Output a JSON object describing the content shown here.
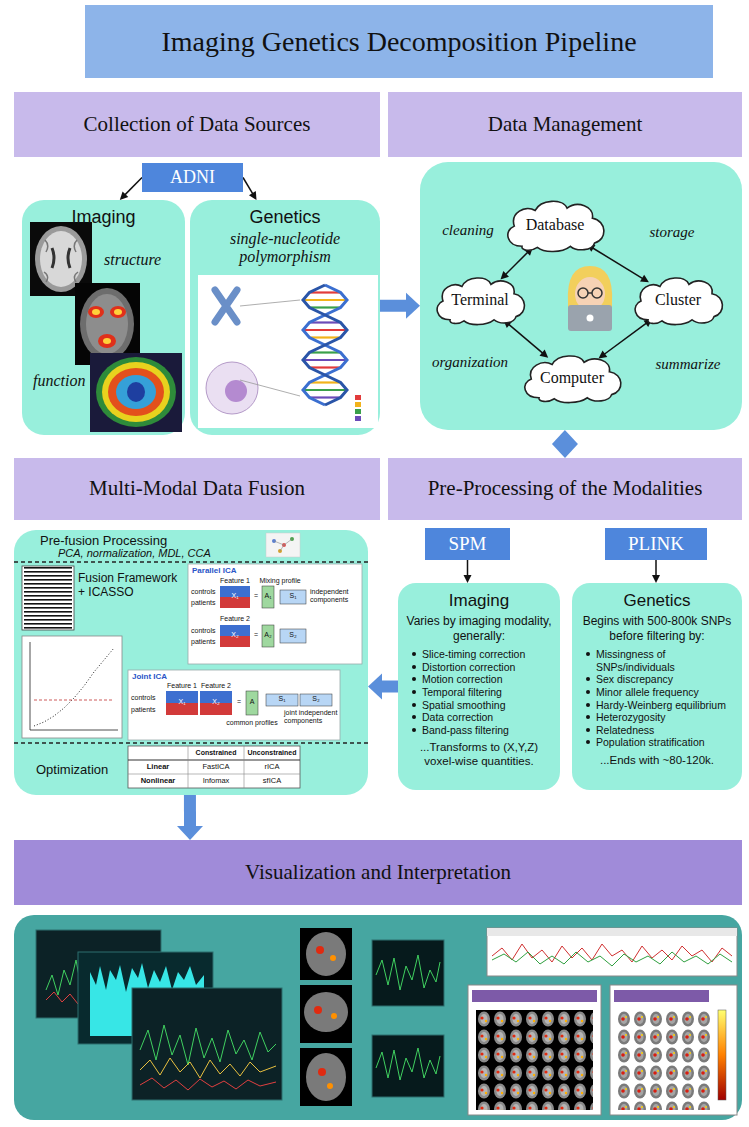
{
  "diagram": {
    "title": "Imaging Genetics Decomposition Pipeline",
    "nodes": [
      {
        "text": [
          "Collection of Data Sources"
        ]
      },
      {
        "text": [
          "Data Management"
        ]
      },
      {
        "text": [
          "ADNI"
        ]
      },
      {
        "text": [
          "Imaging",
          "structure",
          "function"
        ]
      },
      {
        "text": [
          "Genetics",
          "single-nucleotide polymorphism"
        ]
      },
      {
        "text": []
      },
      {
        "text": [
          "Database"
        ],
        "in": 5
      },
      {
        "text": [
          "Terminal"
        ],
        "in": 5
      },
      {
        "text": [
          "Cluster"
        ],
        "in": 5
      },
      {
        "text": [
          "Computer"
        ],
        "in": 5
      },
      {
        "text": [
          "Multi-Modal Data Fusion"
        ]
      },
      {
        "text": [
          "Pre-Processing of the Modalities"
        ]
      },
      {
        "text": [
          "Pre-fusion Processing",
          "PCA, normalization, MDL, CCA",
          "Fusion Framework + ICASSO",
          "Optimization"
        ]
      },
      {
        "text": [
          "Parallel ICA"
        ],
        "in": 12
      },
      {
        "text": [
          "Joint ICA"
        ],
        "in": 12
      },
      {
        "text": [
          "SPM"
        ]
      },
      {
        "text": [
          "PLINK"
        ]
      },
      {
        "text": [
          "Imaging",
          "Varies by imaging modality, generally:",
          "Slice-timing correction",
          "Distortion correction",
          "Motion correction",
          "Temporal filtering",
          "Spatial smoothing",
          "Data correction",
          "Band-pass filtering",
          "...Transforms to (X,Y,Z) voxel-wise quantities."
        ]
      },
      {
        "text": [
          "Genetics",
          "Begins with 500-800k SNPs before filtering by:",
          "Missingness of SNPs/individuals",
          "Sex discrepancy",
          "Minor allele frequency",
          "Hardy-Weinberg equilibrium",
          "Heterozygosity",
          "Relatedness",
          "Population stratification",
          "...Ends with ~80-120k."
        ]
      },
      {
        "text": [
          "Visualization and Interpretation"
        ]
      }
    ],
    "edges": [
      {
        "from": 2,
        "to": 3,
        "arrow": "to"
      },
      {
        "from": 2,
        "to": 4,
        "arrow": "to"
      },
      {
        "from": 4,
        "to": 5,
        "arrow": "to"
      },
      {
        "from": 6,
        "to": 7,
        "label": "cleaning",
        "arrow": "both"
      },
      {
        "from": 6,
        "to": 8,
        "label": "storage",
        "arrow": "both"
      },
      {
        "from": 7,
        "to": 9,
        "label": "organization",
        "arrow": "both"
      },
      {
        "from": 8,
        "to": 9,
        "label": "summarize",
        "arrow": "both"
      },
      {
        "from": 5,
        "to": 11,
        "arrow": "both"
      },
      {
        "from": 15,
        "to": 17,
        "arrow": "to"
      },
      {
        "from": 16,
        "to": 18,
        "arrow": "to"
      },
      {
        "from": 17,
        "to": 12,
        "arrow": "to"
      },
      {
        "from": 12,
        "to": 19,
        "arrow": "to"
      }
    ],
    "labels": [
      "Feature 1",
      "Mixing profile",
      "controls",
      "patients",
      "X₁",
      "=",
      "A₁",
      "S₁",
      "independent components",
      "Feature 2",
      "controls",
      "patients",
      "X₂",
      "=",
      "A₂",
      "S₂",
      "Feature 1",
      "Feature 2",
      "controls",
      "patients",
      "X₁",
      "X₂",
      "=",
      "A",
      "common profiles",
      "S₁",
      "S₂",
      "joint independent components",
      "Constrained",
      "Unconstrained",
      "Linear",
      "FastICA",
      "rICA",
      "Nonlinear",
      "Infomax",
      "sfICA"
    ]
  }
}
